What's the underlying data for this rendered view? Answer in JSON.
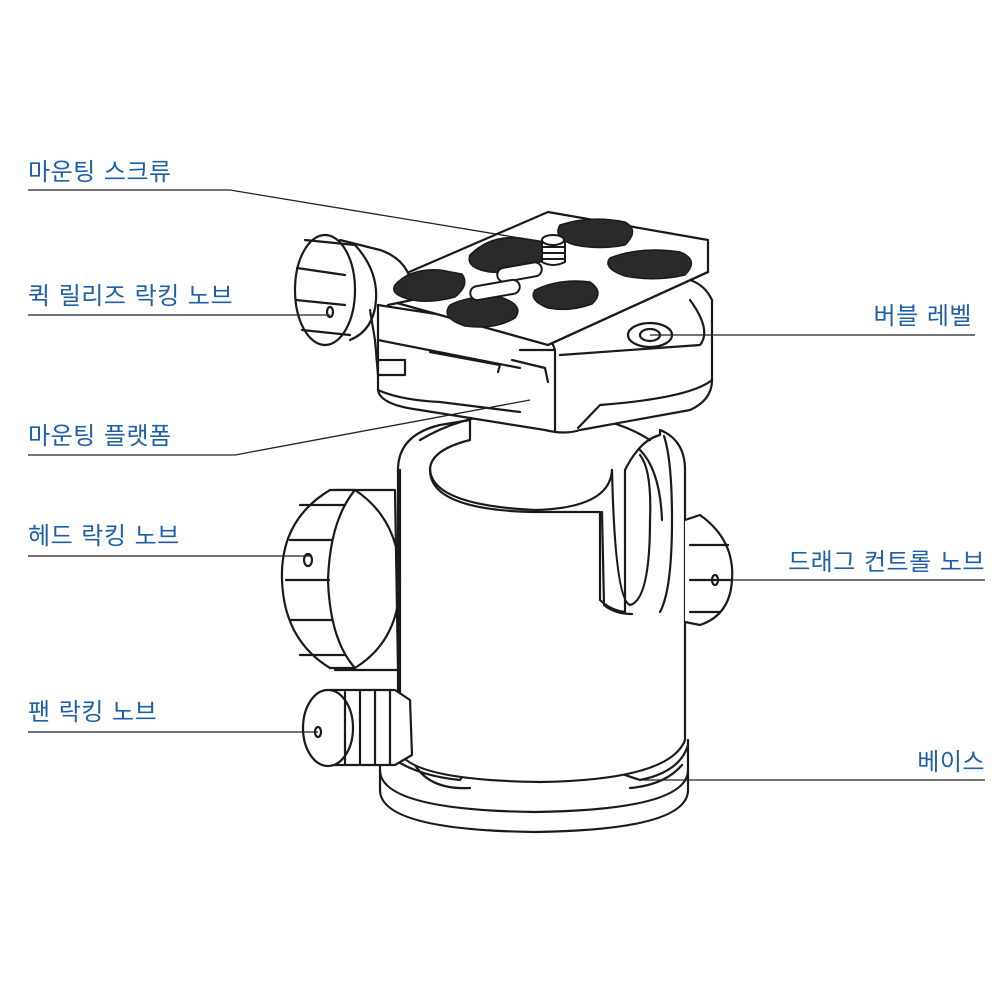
{
  "labels": {
    "mounting_screw": "마운팅 스크류",
    "quick_release_knob": "퀵 릴리즈 락킹 노브",
    "mounting_platform": "마운팅 플랫폼",
    "head_locking_knob": "헤드 락킹 노브",
    "pan_locking_knob": "팬 락킹 노브",
    "bubble_level": "버블 레벨",
    "drag_control_knob": "드래그 컨트롤 노브",
    "base": "베이스"
  },
  "colors": {
    "label_text": "#1f5fa6",
    "drawing_line": "#1a1a1a",
    "leader_line": "#222222",
    "pad_fill": "#2a2a2a"
  }
}
